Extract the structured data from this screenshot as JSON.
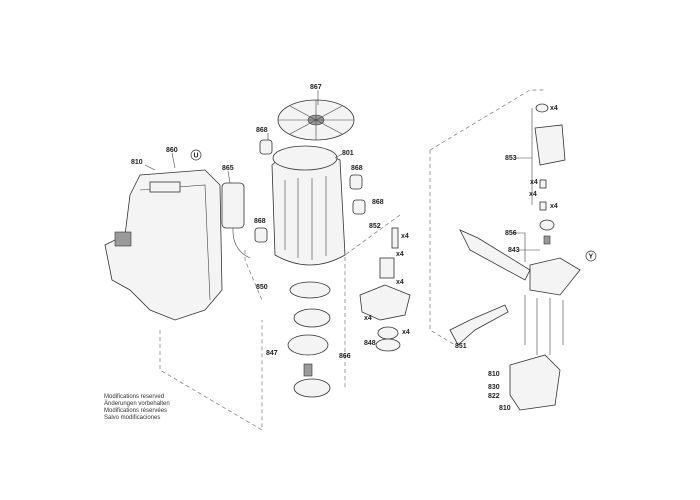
{
  "labels": {
    "p867": "867",
    "p868a": "868",
    "p801": "801",
    "p810a": "810",
    "p860": "860",
    "sym_u": "U",
    "p865": "865",
    "p868b": "868",
    "p868c": "868",
    "p868d": "868",
    "p852": "852",
    "p850": "850",
    "p848": "848",
    "p847": "847",
    "p866": "866",
    "p853": "853",
    "p856": "856",
    "p843": "843",
    "sym_y": "Y",
    "p851": "851",
    "p810b": "810",
    "p830": "830",
    "p822": "822",
    "p810c": "810"
  },
  "quantity": "x4",
  "notes": [
    "Modifications reserved",
    "Änderungen vorbehalten",
    "Modifications réservées",
    "Salvo modificaciones"
  ]
}
